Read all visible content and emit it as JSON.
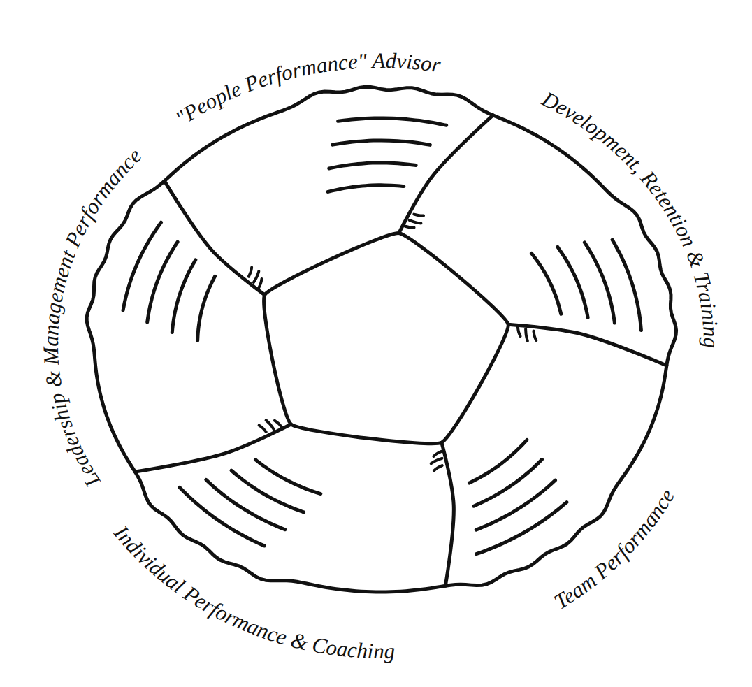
{
  "diagram": {
    "labels": [
      "\"People Performance\" Advisor",
      "Development, Retention & Training",
      "Team Performance",
      "Individual Performance & Coaching",
      "Leadership & Management Performance"
    ]
  }
}
